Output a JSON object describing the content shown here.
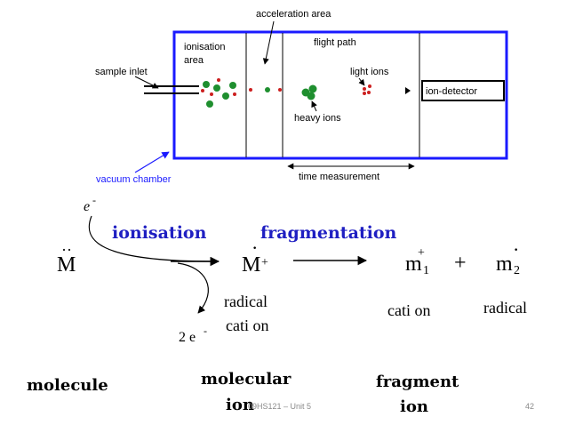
{
  "diagram": {
    "labels": {
      "acceleration_area": "acceleration area",
      "ionisation_area_line1": "ionisation",
      "ionisation_area_line2": "area",
      "flight_path": "flight path",
      "sample_inlet": "sample inlet",
      "light_ions": "light ions",
      "ion_detector": "ion-detector",
      "heavy_ions": "heavy ions",
      "vacuum_chamber": "vacuum chamber",
      "time_measurement": "time measurement"
    },
    "colors": {
      "chamber_border": "#1a1aff",
      "heavy_ion": "#1f8f2f",
      "light_ion": "#cc1f1f",
      "vacuum_label": "#1a1aff",
      "heading_blue": "#1f1fc2"
    }
  },
  "scheme": {
    "electron_in": "e",
    "electron_in_charge": "-",
    "ionisation": "ionisation",
    "fragmentation": "fragmentation",
    "M": "M",
    "M_dots": "··",
    "M_ion": "M",
    "M_ion_dot": "·",
    "M_ion_charge": "+",
    "m1": "m",
    "m1_sub": "1",
    "m1_charge": "+",
    "plus": "+",
    "m2": "m",
    "m2_sub": "2",
    "m2_dot": "·",
    "radical_cation_line1": "radical",
    "radical_cation_line2": "cati on",
    "electrons_out": "2 e",
    "electrons_out_charge": "-",
    "cation": "cati on",
    "radical": "radical"
  },
  "captions": {
    "molecule": "molecule",
    "molecular_line1": "molecular",
    "molecular_line2": "ion",
    "fragment_line1": "fragment",
    "fragment_line2": "ion"
  },
  "footer": {
    "course": "09HS121 – Unit 5",
    "page": "42"
  }
}
